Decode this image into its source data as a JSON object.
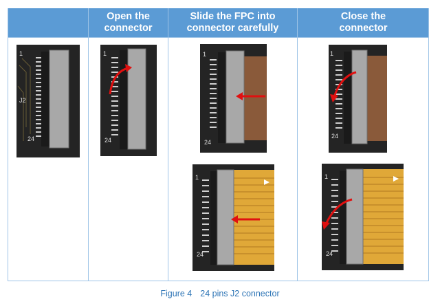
{
  "table": {
    "headers": [
      "",
      "Open the\nconnector",
      "Slide the FPC into\nconnector carefully",
      "Close the\nconnector"
    ],
    "pin_labels": {
      "top": "1",
      "bottom": "24",
      "board": "J2"
    }
  },
  "caption": {
    "figure_no": "Figure 4",
    "title": "24 pins J2 connector"
  },
  "colors": {
    "header_bg": "#5b9bd5",
    "border": "#9dc3e6",
    "caption": "#2e75b6",
    "arrow": "#e01010",
    "pcb": "#242424",
    "connector": "#a8a8a8",
    "fpc_brown": "#8a5a3a",
    "fpc_gold": "#e0a838"
  }
}
